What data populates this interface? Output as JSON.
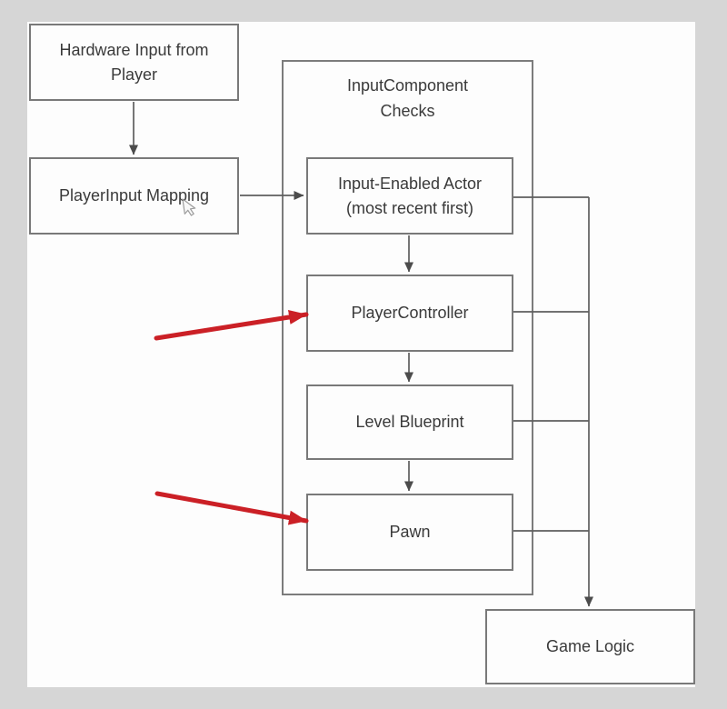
{
  "page": {
    "background_color": "#d6d6d6",
    "panel_color": "#fdfdfd"
  },
  "colors": {
    "box_border": "#797979",
    "connector_line": "#5e5e5e",
    "text": "#3a3a3a",
    "red_annotation_arrow": "#cb2026"
  },
  "nodes": {
    "hardware_input": {
      "lines": [
        "Hardware Input from",
        "Player"
      ]
    },
    "playerinput_mapping": {
      "label": "PlayerInput Mapping"
    },
    "inputcomponent_checks": {
      "lines": [
        "InputComponent",
        "Checks"
      ]
    },
    "input_enabled_actor": {
      "lines": [
        "Input-Enabled Actor",
        "(most recent first)"
      ]
    },
    "player_controller": {
      "label": "PlayerController"
    },
    "level_blueprint": {
      "label": "Level Blueprint"
    },
    "pawn": {
      "label": "Pawn"
    },
    "game_logic": {
      "label": "Game Logic"
    }
  },
  "edges": [
    {
      "from": "hardware_input",
      "to": "playerinput_mapping",
      "style": "arrow"
    },
    {
      "from": "playerinput_mapping",
      "to": "input_enabled_actor",
      "style": "arrow"
    },
    {
      "from": "input_enabled_actor",
      "to": "player_controller",
      "style": "arrow"
    },
    {
      "from": "player_controller",
      "to": "level_blueprint",
      "style": "arrow"
    },
    {
      "from": "level_blueprint",
      "to": "pawn",
      "style": "arrow"
    },
    {
      "from": "input_enabled_actor",
      "to": "game_logic",
      "style": "elbow-trunk"
    },
    {
      "from": "player_controller",
      "to": "game_logic",
      "style": "elbow-trunk"
    },
    {
      "from": "level_blueprint",
      "to": "game_logic",
      "style": "elbow-trunk"
    },
    {
      "from": "pawn",
      "to": "game_logic",
      "style": "elbow-trunk"
    }
  ],
  "annotations": {
    "red_arrows": [
      {
        "points_to": "player_controller"
      },
      {
        "points_to": "pawn"
      }
    ],
    "cursor": {
      "type": "mouse-pointer",
      "over": "PlayerInput Mapping"
    }
  }
}
